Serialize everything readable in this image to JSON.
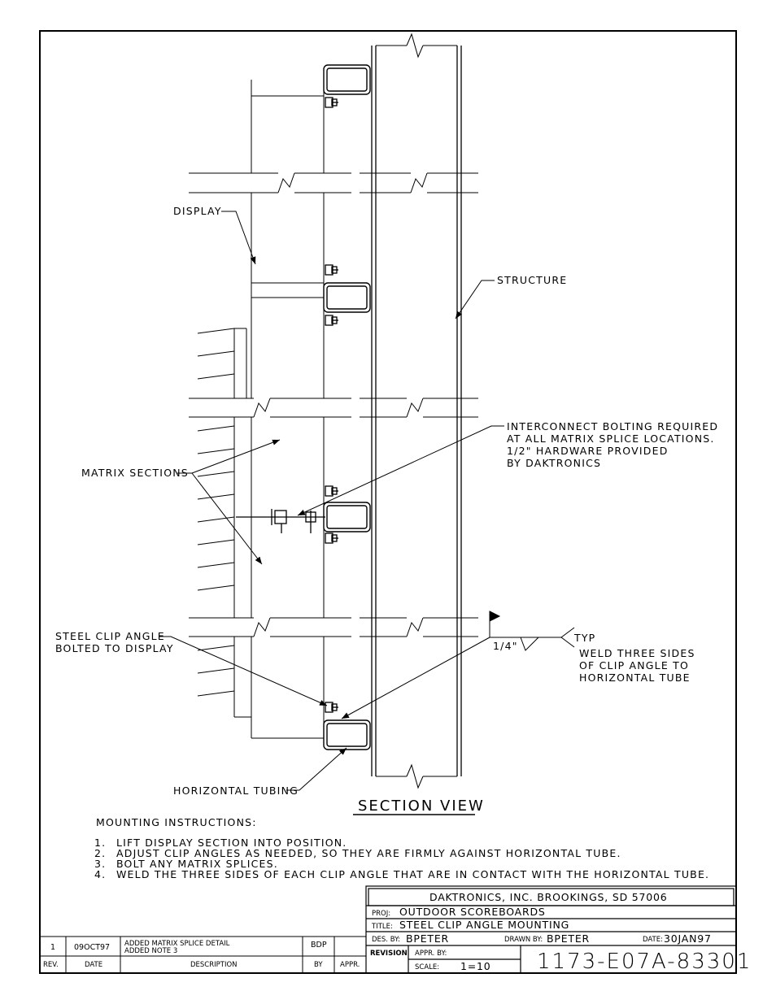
{
  "labels": {
    "display": "DISPLAY",
    "structure": "STRUCTURE",
    "interconnect": [
      "INTERCONNECT BOLTING REQUIRED",
      "AT ALL MATRIX SPLICE LOCATIONS.",
      "1/2\" HARDWARE PROVIDED",
      "BY DAKTRONICS"
    ],
    "matrix_sections": "MATRIX SECTIONS",
    "clip_angle": [
      "STEEL CLIP ANGLE",
      "BOLTED TO DISPLAY"
    ],
    "weld_size": "1/4\"",
    "typ": "TYP",
    "weld_note": [
      "WELD THREE SIDES",
      "OF CLIP ANGLE TO",
      "HORIZONTAL TUBE"
    ],
    "horizontal_tubing": "HORIZONTAL TUBING",
    "section_view": "SECTION VIEW"
  },
  "instructions": {
    "heading": "MOUNTING INSTRUCTIONS:",
    "items": [
      {
        "num": "1.",
        "text": "LIFT DISPLAY SECTION INTO POSITION."
      },
      {
        "num": "2.",
        "text": "ADJUST CLIP ANGLES AS NEEDED, SO THEY ARE FIRMLY AGAINST HORIZONTAL TUBE."
      },
      {
        "num": "3.",
        "text": "BOLT ANY MATRIX SPLICES."
      },
      {
        "num": "4.",
        "text": "WELD THE THREE SIDES OF EACH CLIP ANGLE THAT ARE IN CONTACT WITH THE HORIZONTAL TUBE."
      }
    ]
  },
  "revision_table": {
    "row": {
      "rev": "1",
      "date": "09OCT97",
      "desc1": "ADDED MATRIX SPLICE DETAIL",
      "desc2": "ADDED NOTE 3",
      "by": "BDP",
      "appr": ""
    },
    "headers": {
      "rev": "REV.",
      "date": "DATE",
      "desc": "DESCRIPTION",
      "by": "BY",
      "appr": "APPR."
    }
  },
  "title_block": {
    "company": "DAKTRONICS, INC.   BROOKINGS, SD 57006",
    "proj_label": "PROJ:",
    "proj": "OUTDOOR SCOREBOARDS",
    "title_label": "TITLE:",
    "title": "STEEL CLIP ANGLE MOUNTING",
    "des_label": "DES. BY:",
    "des": "BPETER",
    "drawn_label": "DRAWN BY:",
    "drawn": "BPETER",
    "date_label": "DATE:",
    "date": "30JAN97",
    "revision_label": "REVISION",
    "appr_label": "APPR. BY:",
    "scale_label": "SCALE:",
    "scale": "1=10",
    "drawing_number": "1173-E07A-83301"
  }
}
